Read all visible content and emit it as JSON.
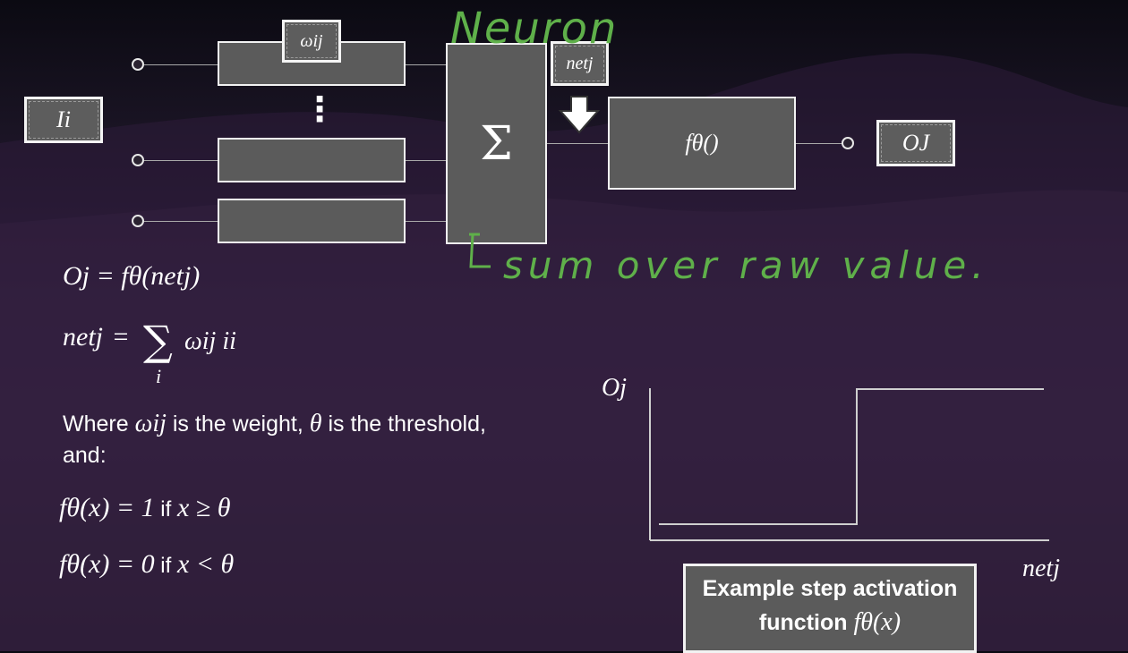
{
  "diagram": {
    "weight_label": "ωij",
    "net_label": "netj",
    "input_label": "Ii",
    "output_label": "OJ",
    "sum_symbol": "Σ",
    "activation_label": "fθ()",
    "vertical_ellipsis": "⋮"
  },
  "annotations": {
    "neuron_note": "Neuron",
    "sum_note": "sum over raw value."
  },
  "equations": {
    "eq1_lhs": "Oj",
    "eq1_rhs": "= fθ(netj)",
    "eq2_lhs": "netj",
    "eq2_eq": "=",
    "eq2_sigma": "∑",
    "eq2_sub": "i",
    "eq2_rhs": "ωij ii",
    "where_line1_a": "Where ",
    "where_line1_w": "ωij",
    "where_line1_b": " is the weight, ",
    "where_line1_t": "θ",
    "where_line1_c": " is the threshold,",
    "where_line2": "and:",
    "f1_lhs": "fθ(x) = 1",
    "f1_if": " if ",
    "f1_cond": "x ≥ θ",
    "f0_lhs": "fθ(x) = 0",
    "f0_if": " if ",
    "f0_cond": "x < θ"
  },
  "step_chart": {
    "y_label": "Oj",
    "x_label": "netj",
    "caption_line1": "Example step activation",
    "caption_line2_text": "function ",
    "caption_line2_math": "fθ(x)"
  },
  "colors": {
    "box_fill": "#5b5b5b",
    "handwriting": "#5fb04a"
  }
}
